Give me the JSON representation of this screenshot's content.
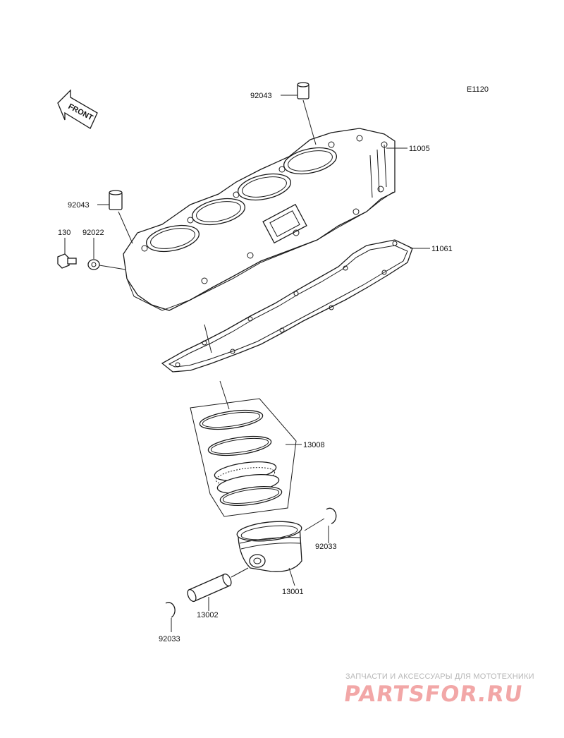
{
  "diagram": {
    "code": "E1120",
    "front_label": "FRONT",
    "callouts": {
      "dowel_top": "92043",
      "dowel_left": "92043",
      "bolt": "130",
      "washer": "92022",
      "cylinder": "11005",
      "gasket": "11061",
      "ring_set": "13008",
      "circlip_right": "92033",
      "piston": "13001",
      "piston_pin": "13002",
      "circlip_left": "92033"
    }
  },
  "watermark": {
    "tagline": "ЗАПЧАСТИ И АКСЕССУАРЫ ДЛЯ МОТОТЕХНИКИ",
    "logo": "PARTSFOR.RU",
    "color": "#f2a7a7"
  }
}
